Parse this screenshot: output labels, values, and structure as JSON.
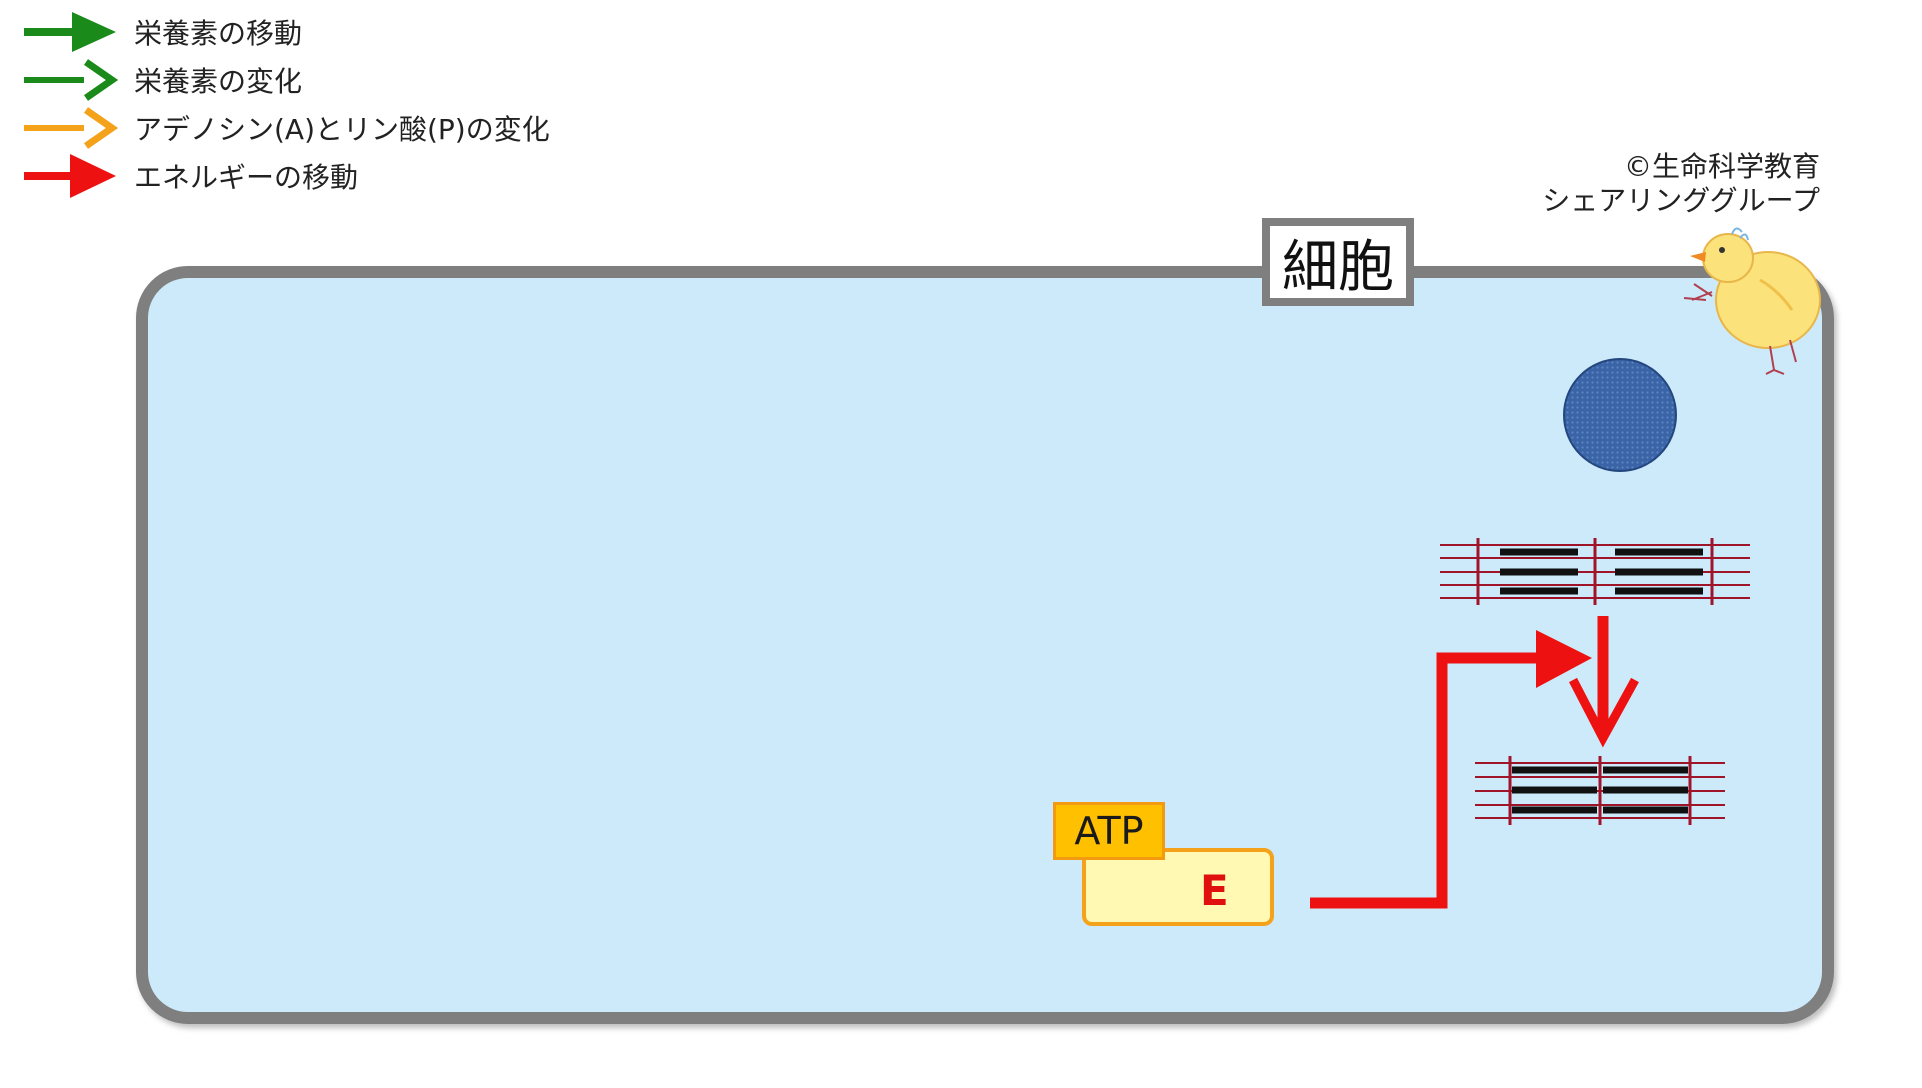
{
  "legend": {
    "items": [
      {
        "label": "栄養素の移動",
        "color": "#1a8a1a",
        "icon": "arrow-right-icon"
      },
      {
        "label": "栄養素の変化",
        "color": "#1a8a1a",
        "icon": "arrow-right-icon"
      },
      {
        "label": "アデノシン(A)とリン酸(P)の変化",
        "color": "#f4a21a",
        "icon": "arrow-right-icon"
      },
      {
        "label": "エネルギーの移動",
        "color": "#ee1111",
        "icon": "arrow-right-icon"
      }
    ]
  },
  "copyright": {
    "line1": "©生命科学教育",
    "line2": "シェアリンググループ",
    "mascot_icon": "chick-icon"
  },
  "cell": {
    "label": "細胞",
    "fill_color": "#cdeafb",
    "border_color": "#7f7f7f"
  },
  "nucleus": {
    "color": "#3a64a6",
    "icon": "nucleus-icon"
  },
  "atp": {
    "tag": "ATP",
    "energy": "E",
    "tag_color": "#ffc000",
    "body_color": "#fff9b3"
  },
  "muscle": {
    "relaxed_icon": "sarcomere-relaxed-icon",
    "contracted_icon": "sarcomere-contracted-icon",
    "line_color": "#a0142a"
  },
  "energy_arrow": {
    "color": "#ee1111"
  }
}
